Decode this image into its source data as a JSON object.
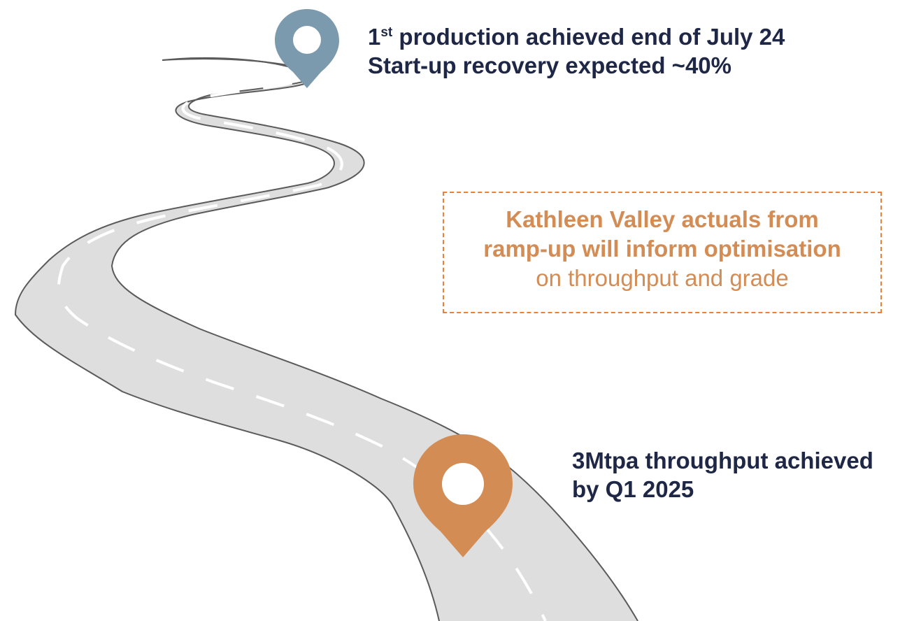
{
  "milestones": {
    "first": {
      "prefix": "1",
      "superscript": "st",
      "line1_rest": " production achieved end of July 24",
      "line2": "Start-up recovery expected ~40%",
      "pin_color": "#7b9aae",
      "icon": "map-pin-icon"
    },
    "second": {
      "line1": "3Mtpa throughput achieved",
      "line2": "by Q1 2025",
      "pin_color": "#d48c55",
      "icon": "map-pin-icon"
    }
  },
  "callout": {
    "line1": "Kathleen Valley actuals from",
    "line2": "ramp-up will inform optimisation",
    "line3": "on throughput and grade"
  },
  "colors": {
    "milestone_text": "#1e2746",
    "callout_text": "#d48c55",
    "callout_border": "#e8823a",
    "road_fill": "#dedede",
    "road_edge": "#5a5a5a",
    "road_dash": "#ffffff"
  }
}
